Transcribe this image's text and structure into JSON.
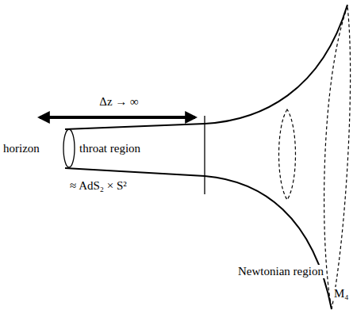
{
  "diagram": {
    "labels": [
      "Δz → ∞",
      "horizon",
      "throat region",
      "≈ AdS₂ × S²",
      "Newtonian region",
      "M₄"
    ]
  }
}
